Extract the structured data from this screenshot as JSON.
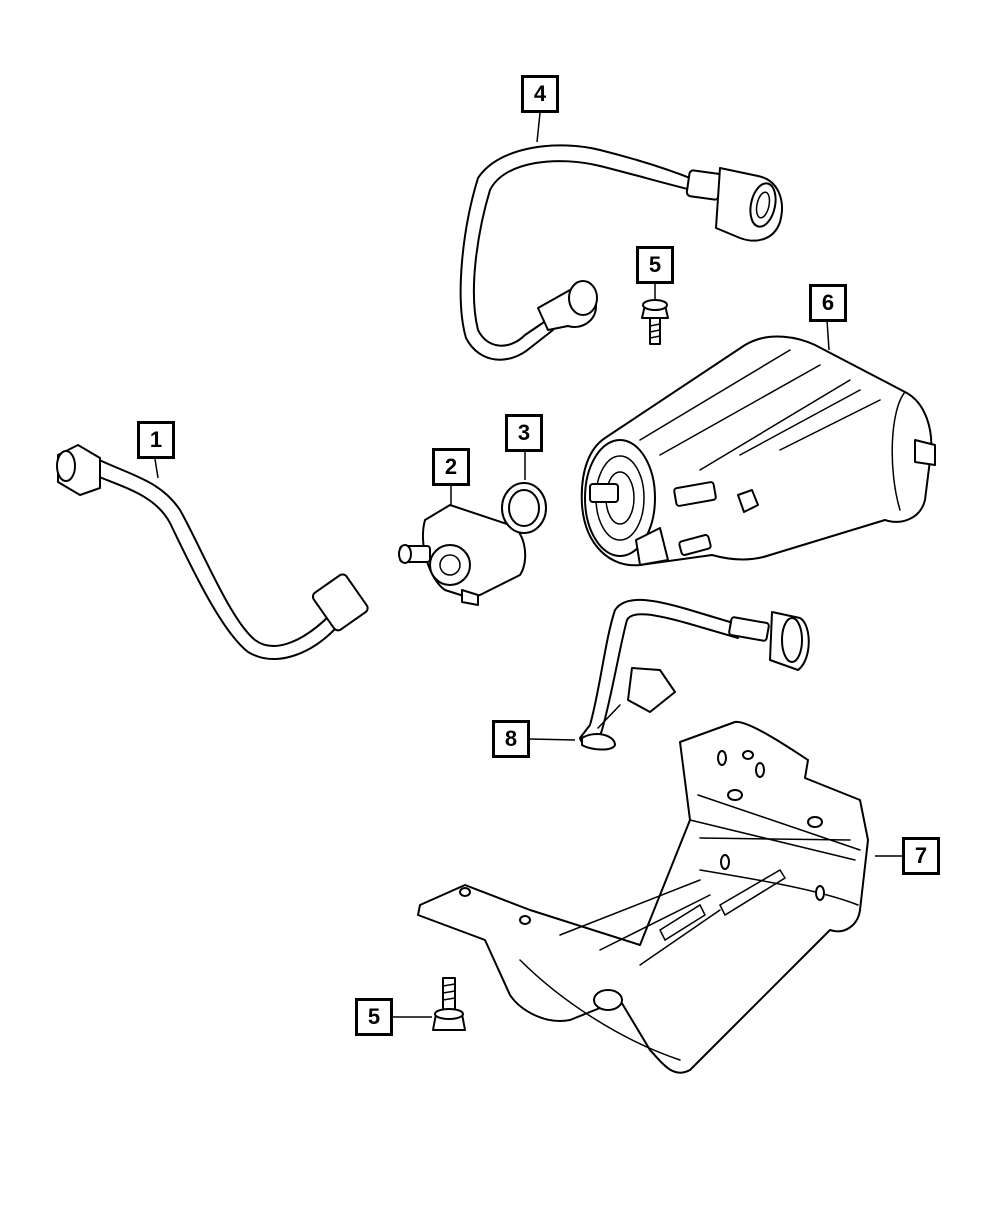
{
  "callouts": [
    {
      "id": "c1",
      "label": "1"
    },
    {
      "id": "c2",
      "label": "2"
    },
    {
      "id": "c3",
      "label": "3"
    },
    {
      "id": "c4",
      "label": "4"
    },
    {
      "id": "c5a",
      "label": "5"
    },
    {
      "id": "c5b",
      "label": "5"
    },
    {
      "id": "c6",
      "label": "6"
    },
    {
      "id": "c7",
      "label": "7"
    },
    {
      "id": "c8",
      "label": "8"
    }
  ],
  "colors": {
    "line": "#000000",
    "background": "#ffffff"
  }
}
